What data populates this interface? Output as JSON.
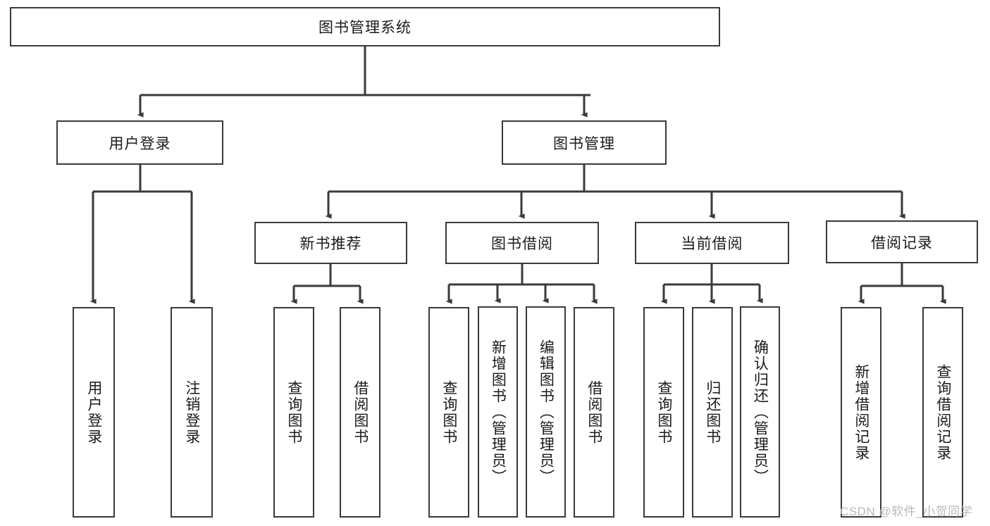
{
  "diagram": {
    "type": "tree",
    "title": "图书管理系统",
    "watermark": "CSDN @软件_小贺同学",
    "colors": {
      "box_border": "#3a3a3a",
      "box_fill": "#ffffff",
      "line": "#3a3a3a",
      "text": "#1b1b1b",
      "watermark": "#b9b9b9",
      "background": "#ffffff"
    },
    "root": {
      "label": "图书管理系统"
    },
    "level2": [
      {
        "id": "user-login",
        "label": "用户登录"
      },
      {
        "id": "book-manage",
        "label": "图书管理"
      }
    ],
    "level3": [
      {
        "id": "new-book-recommend",
        "label": "新书推荐"
      },
      {
        "id": "book-borrow",
        "label": "图书借阅"
      },
      {
        "id": "current-borrow",
        "label": "当前借阅"
      },
      {
        "id": "borrow-record",
        "label": "借阅记录"
      }
    ],
    "leaves": {
      "user_login": [
        {
          "id": "leaf-user-login",
          "label": "用户登录"
        },
        {
          "id": "leaf-logout-login",
          "label": "注销登录"
        }
      ],
      "new_book_recommend": [
        {
          "id": "leaf-query-book-1",
          "label": "查询图书"
        },
        {
          "id": "leaf-borrow-book-1",
          "label": "借阅图书"
        }
      ],
      "book_borrow": [
        {
          "id": "leaf-query-book-2",
          "label": "查询图书"
        },
        {
          "id": "leaf-add-book",
          "label": "新增图书（管理员）"
        },
        {
          "id": "leaf-edit-book",
          "label": "编辑图书（管理员）"
        },
        {
          "id": "leaf-borrow-book-2",
          "label": "借阅图书"
        }
      ],
      "current_borrow": [
        {
          "id": "leaf-query-book-3",
          "label": "查询图书"
        },
        {
          "id": "leaf-return-book",
          "label": "归还图书"
        },
        {
          "id": "leaf-confirm-return",
          "label": "确认归还（管理员）"
        }
      ],
      "borrow_record": [
        {
          "id": "leaf-add-record",
          "label": "新增借阅记录"
        },
        {
          "id": "leaf-query-record",
          "label": "查询借阅记录"
        }
      ]
    }
  }
}
